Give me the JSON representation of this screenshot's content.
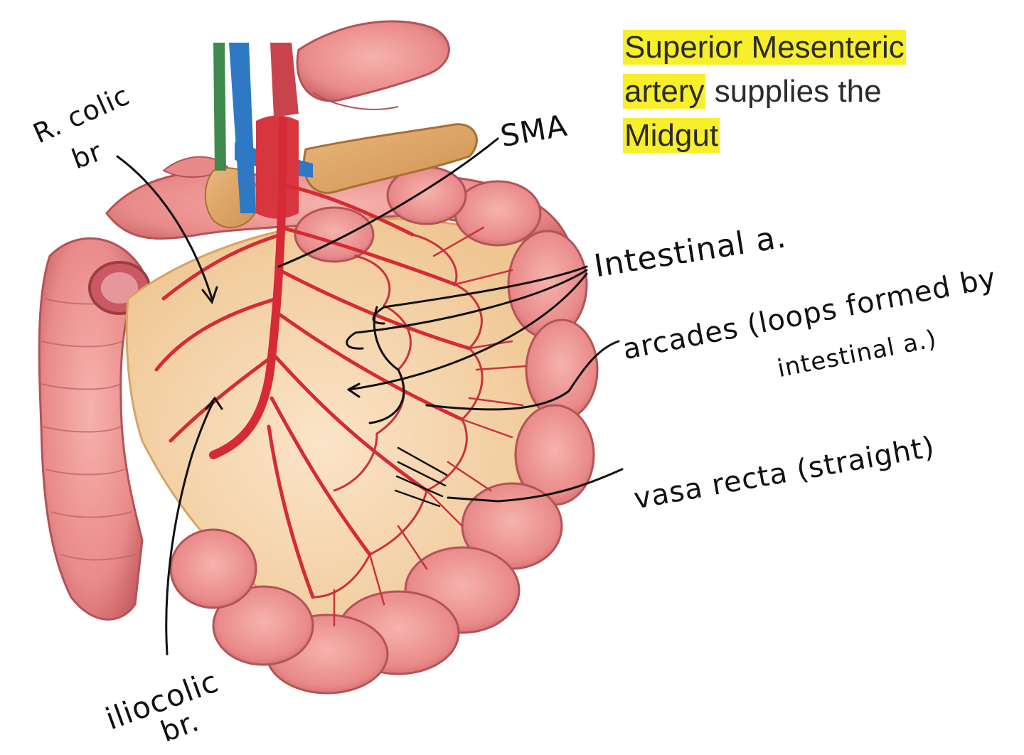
{
  "title": {
    "line1_highlight": "Superior Mesenteric",
    "line2_highlight": "artery",
    "line2_rest": " supplies the",
    "line3_highlight": "Midgut"
  },
  "labels": {
    "r_colic_line1": "R. colic",
    "r_colic_line2": "br",
    "sma": "SMA",
    "intestinal": "Intestinal a.",
    "arcades_line1": "arcades (loops formed by",
    "arcades_line2": "intestinal a.)",
    "vasa_recta": "vasa recta (straight)",
    "iliocolic_line1": "iliocolic",
    "iliocolic_line2": "br."
  },
  "colors": {
    "highlight": "#f7ef2a",
    "intestine": "#e98a8a",
    "mesentery": "#f3d2a6",
    "artery": "#d62a36",
    "vein": "#2f79c4",
    "annotation": "#111111"
  }
}
